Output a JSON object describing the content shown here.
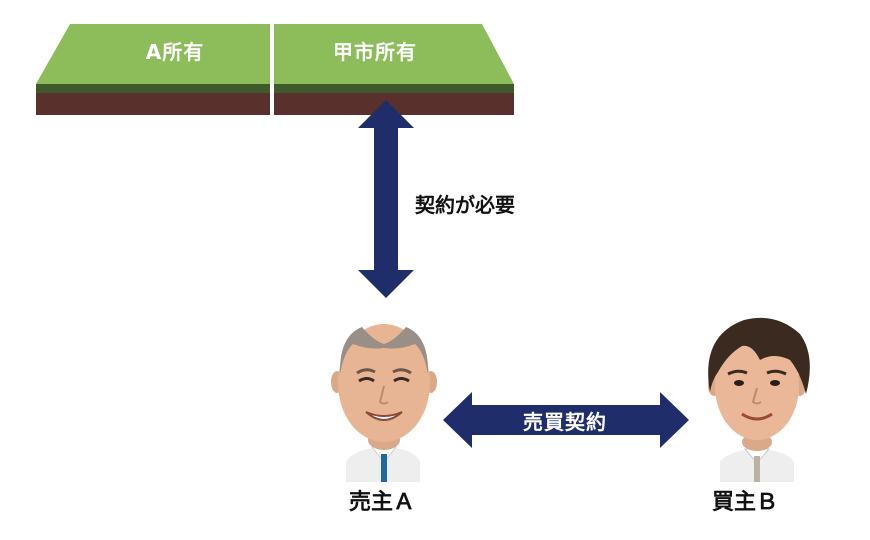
{
  "land": {
    "left_label": "A所有",
    "right_label": "甲市所有",
    "colors": {
      "grass": "#8cbd5a",
      "grass_dark": "#3e5a2a",
      "soil": "#5a302c",
      "divider": "#ffffff"
    }
  },
  "arrows": {
    "vertical_label": "契約が必要",
    "horizontal_label": "売買契約",
    "color": "#1f2d6b"
  },
  "people": {
    "seller": {
      "label": "売主Ａ",
      "icon": "seller-avatar-icon"
    },
    "buyer": {
      "label": "買主Ｂ",
      "icon": "buyer-avatar-icon"
    }
  }
}
